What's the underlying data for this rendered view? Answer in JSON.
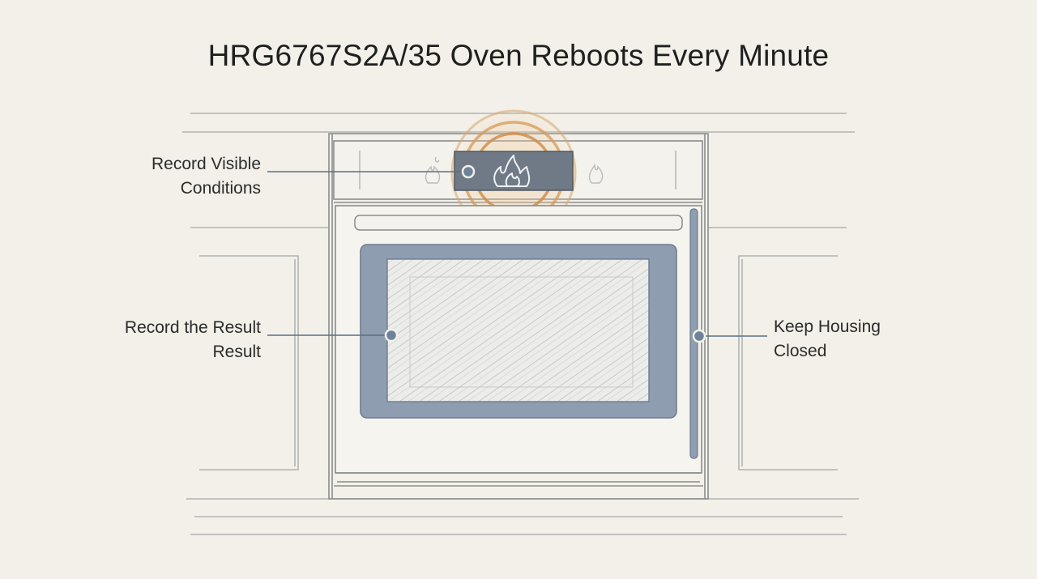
{
  "title": "HRG6767S2A/35 Oven Reboots Every Minute",
  "callouts": {
    "display": {
      "line1": "Record Visible",
      "line2": "Conditions"
    },
    "window": {
      "line1": "Record the Result",
      "line2": "Result"
    },
    "handle": {
      "line1": "Keep Housing",
      "line2": "Closed"
    }
  },
  "colors": {
    "background": "#f2f0e8",
    "sketch_line": "#8a8c8f",
    "window_frame": "#8e9db0",
    "glow": "#d49a5a",
    "leader": "#5a6f86",
    "marker_fill": "#6e8299"
  },
  "icons": {
    "display": "flame-icon",
    "markers": "callout-dot"
  }
}
